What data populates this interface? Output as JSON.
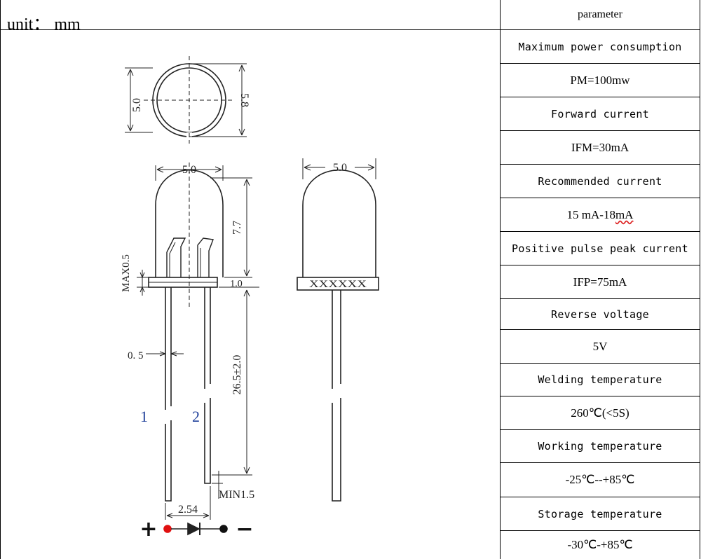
{
  "unit_label": "unit： mm",
  "table": {
    "header": "parameter",
    "rows": [
      {
        "label": "Maximum power consumption",
        "value": "PM=100mw"
      },
      {
        "label": "Forward current",
        "value": "IFM=30mA"
      },
      {
        "label": "Recommended current",
        "value_main": "15 mA-18 ",
        "value_tail": "mA"
      },
      {
        "label": "Positive pulse peak current",
        "value": "IFP=75mA"
      },
      {
        "label": "Reverse voltage",
        "value": "5V"
      },
      {
        "label": "Welding temperature",
        "value": "260℃(<5S)"
      },
      {
        "label": "Working temperature",
        "value": "-25℃--+85℃"
      },
      {
        "label": "Storage temperature",
        "value": "-30℃-+85℃"
      }
    ]
  },
  "drawing": {
    "top_dim_height": "5.0",
    "top_dim_flange": "5.8",
    "side_dim_width": "5.0",
    "side_dim_height": "7.7",
    "front_dim_width": "5.0",
    "max_flange": "MAX0.5",
    "flange_thickness": "1.0",
    "lead_width": "0. 5",
    "lead_length": "26.5±2.0",
    "pin1": "1",
    "pin2": "2",
    "min_lead": "MIN1.5",
    "pitch": "2.54",
    "marking": "XXXXXX",
    "plus": "+",
    "minus": "−"
  },
  "colors": {
    "line": "#222222",
    "pin_numbers": "#1f3f9a",
    "anode_dot": "#e01010",
    "cathode_dot": "#111111"
  }
}
